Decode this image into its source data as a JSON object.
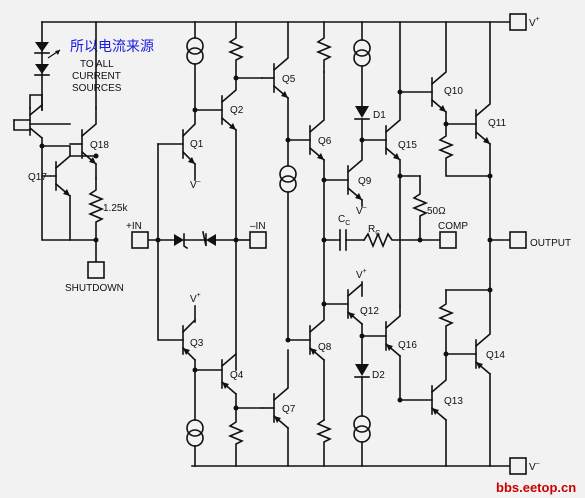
{
  "annotation": "所以电流来源",
  "labels": {
    "to_all": "TO ALL",
    "current": "CURRENT",
    "sources": "SOURCES",
    "shutdown": "SHUTDOWN",
    "r125k": "1.25k",
    "r50": "50Ω",
    "cc": "C",
    "cc_sub": "C",
    "rc": "R",
    "rc_sub": "C",
    "comp": "COMP",
    "output": "OUTPUT",
    "in_plus": "+IN",
    "in_minus": "–IN",
    "vplus_top": "V",
    "vminus_bot": "V",
    "sup_plus": "+",
    "sup_minus": "–",
    "vm_q1": "V",
    "vp_q3": "V",
    "vm_q9": "V",
    "vp_q12": "V"
  },
  "transistors": [
    "Q1",
    "Q2",
    "Q3",
    "Q4",
    "Q5",
    "Q6",
    "Q7",
    "Q8",
    "Q9",
    "Q10",
    "Q11",
    "Q12",
    "Q13",
    "Q14",
    "Q15",
    "Q16",
    "Q17",
    "Q18"
  ],
  "diodes": [
    "D1",
    "D2"
  ],
  "watermark": "bbs.eetop.cn"
}
